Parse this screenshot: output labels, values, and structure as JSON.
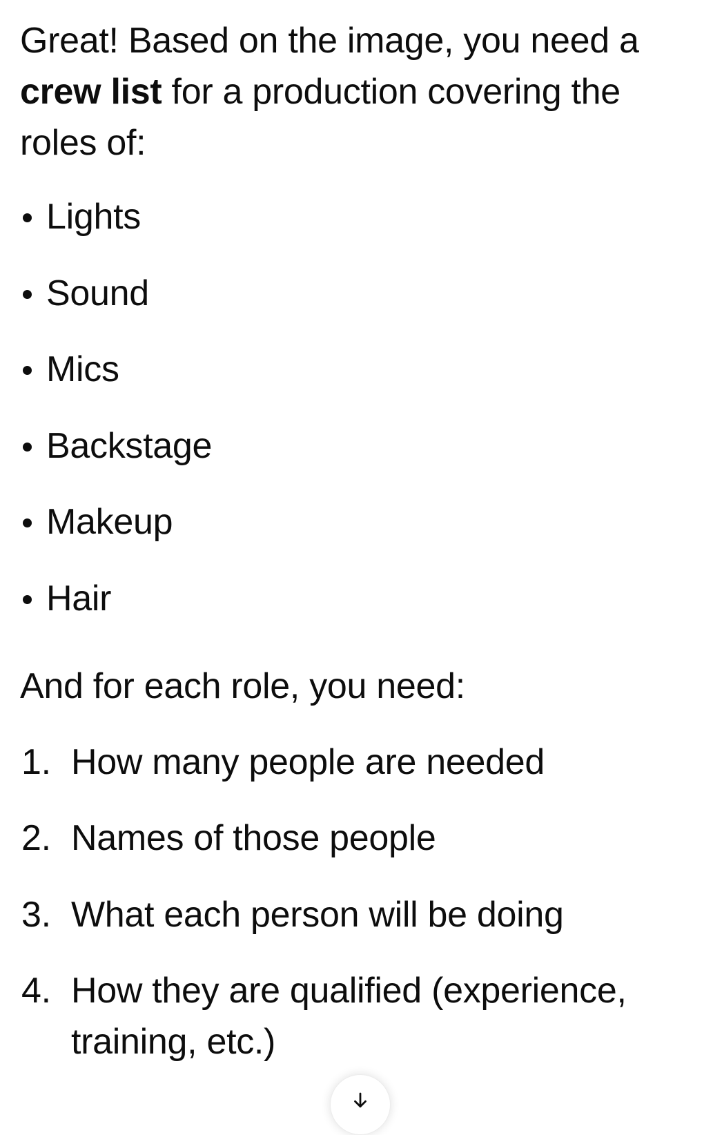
{
  "message": {
    "intro": {
      "before": "Great! Based on the image, you need a ",
      "bold": "crew list",
      "after": " for a production covering the roles of:"
    },
    "roles": [
      "Lights",
      "Sound",
      "Mics",
      "Backstage",
      "Makeup",
      "Hair"
    ],
    "followup": "And for each role, you need:",
    "requirements": [
      {
        "num": "1.",
        "text": "How many people are needed"
      },
      {
        "num": "2.",
        "text": "Names of those people"
      },
      {
        "num": "3.",
        "text": "What each person will be doing"
      },
      {
        "num": "4.",
        "text": "How they are qualified (experience, training, etc.)"
      }
    ]
  },
  "scroll_button": {
    "icon": "arrow-down-icon"
  },
  "colors": {
    "text": "#0d0d0d",
    "background": "#ffffff"
  }
}
